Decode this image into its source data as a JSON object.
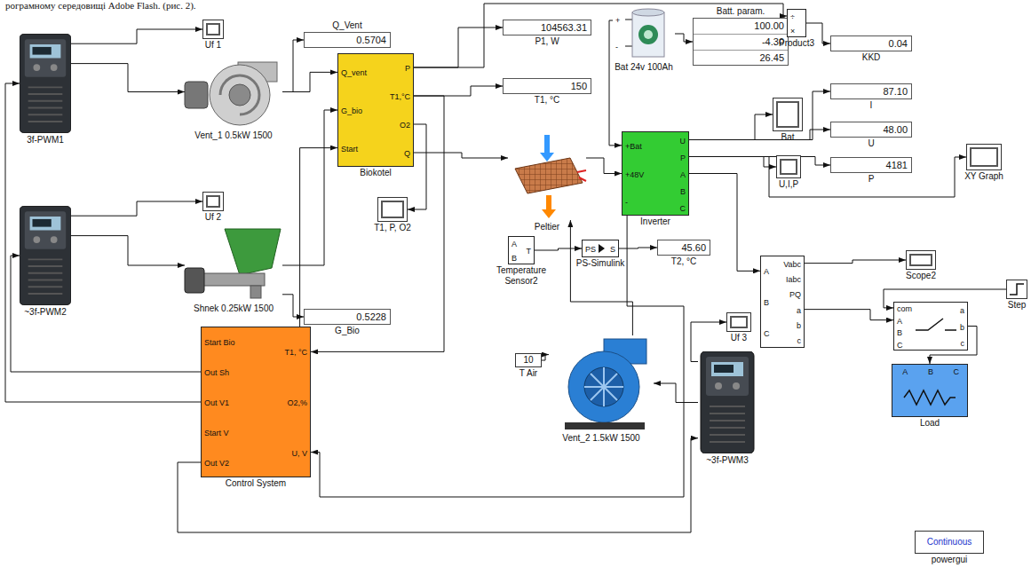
{
  "diagram": {
    "nodes": [
      {
        "text": [
          "3f-PWM1"
        ]
      },
      {
        "text": [
          "Uf 1"
        ]
      },
      {
        "text": [
          "Vent_1 0.5kW 1500"
        ]
      },
      {
        "text": [
          "0.5704",
          "Q_Vent"
        ]
      },
      {
        "text": [
          "Q_vent",
          "G_bio",
          "Start",
          "P",
          "T1,°C",
          "O2",
          "Q",
          "Biokotel"
        ]
      },
      {
        "text": [
          "104563.31",
          "P1, W"
        ]
      },
      {
        "text": [
          "150",
          "T1, °C"
        ]
      },
      {
        "text": [
          "+",
          "-",
          "Bat 24v 100Ah"
        ]
      },
      {
        "text": [
          "100.00",
          "-4.30",
          "26.45",
          "Batt. param."
        ]
      },
      {
        "text": [
          "÷",
          "×",
          "Product3"
        ]
      },
      {
        "text": [
          "0.04",
          "KKD"
        ]
      },
      {
        "text": [
          "87.10",
          "I"
        ]
      },
      {
        "text": [
          "48.00",
          "U"
        ]
      },
      {
        "text": [
          "4181",
          "P"
        ]
      },
      {
        "text": [
          "Bat"
        ]
      },
      {
        "text": [
          "U,I,P"
        ]
      },
      {
        "text": [
          "Uf 2"
        ]
      },
      {
        "text": [
          "~3f-PWM2"
        ]
      },
      {
        "text": [
          "Shnek 0.25kW 1500"
        ]
      },
      {
        "text": [
          "0.5228",
          "G_Bio"
        ]
      },
      {
        "text": [
          "T1, P, O2"
        ]
      },
      {
        "text": [
          "Peltier"
        ]
      },
      {
        "text": [
          "+Bat",
          "+48V",
          "-",
          "U",
          "P",
          "A",
          "B",
          "C",
          "Inverter"
        ]
      },
      {
        "text": [
          "XY Graph"
        ]
      },
      {
        "text": [
          "A",
          "B",
          "T",
          "Temperature Sensor2"
        ]
      },
      {
        "text": [
          "PS",
          "S",
          "PS-Simulink"
        ]
      },
      {
        "text": [
          "45.60",
          "T2, °C"
        ]
      },
      {
        "text": [
          "A",
          "B",
          "C",
          "Vabc",
          "Iabc",
          "PQ",
          "a",
          "b",
          "c"
        ]
      },
      {
        "text": [
          "Scope2"
        ]
      },
      {
        "text": [
          "com",
          "A",
          "B",
          "C",
          "a",
          "b",
          "c"
        ]
      },
      {
        "text": [
          "Step"
        ]
      },
      {
        "text": [
          "Uf 3"
        ]
      },
      {
        "text": [
          "A",
          "B",
          "C",
          "Load"
        ]
      },
      {
        "text": [
          "10",
          "T Air"
        ]
      },
      {
        "text": [
          "Vent_2 1.5kW 1500"
        ]
      },
      {
        "text": [
          "~3f-PWM3"
        ]
      },
      {
        "text": [
          "Start Bio",
          "Out Sh",
          "Out V1",
          "Start V",
          "Out V2",
          "T1, °C",
          "O2,%",
          "U, V",
          "Control System"
        ]
      },
      {
        "text": [
          "Continuous",
          "powergui"
        ]
      }
    ],
    "edges": [
      {
        "from": 0,
        "to": 1,
        "arrow": "to"
      },
      {
        "from": 0,
        "to": 2,
        "arrow": "to"
      },
      {
        "from": 2,
        "to": 3,
        "arrow": "to"
      },
      {
        "from": 2,
        "to": 4,
        "arrow": "to"
      },
      {
        "from": 17,
        "to": 16,
        "arrow": "to"
      },
      {
        "from": 17,
        "to": 18,
        "arrow": "to"
      },
      {
        "from": 18,
        "to": 19,
        "arrow": "to"
      },
      {
        "from": 18,
        "to": 4,
        "arrow": "to"
      },
      {
        "from": 36,
        "to": 4,
        "arrow": "to"
      },
      {
        "from": 4,
        "to": 5,
        "arrow": "to"
      },
      {
        "from": 4,
        "to": 6,
        "arrow": "to"
      },
      {
        "from": 4,
        "to": 20,
        "arrow": "to"
      },
      {
        "from": 4,
        "to": 21,
        "arrow": "to"
      },
      {
        "from": 4,
        "to": 36,
        "arrow": "to"
      },
      {
        "from": 4,
        "to": 9,
        "arrow": "to"
      },
      {
        "from": 7,
        "to": 8,
        "arrow": "to"
      },
      {
        "from": 8,
        "to": 9,
        "arrow": "to"
      },
      {
        "from": 9,
        "to": 10,
        "arrow": "to"
      },
      {
        "from": 21,
        "to": 22,
        "arrow": "to"
      },
      {
        "from": 7,
        "to": 22,
        "arrow": "to"
      },
      {
        "from": 22,
        "to": 11,
        "arrow": "to"
      },
      {
        "from": 22,
        "to": 12,
        "arrow": "to"
      },
      {
        "from": 22,
        "to": 13,
        "arrow": "to"
      },
      {
        "from": 22,
        "to": 14,
        "arrow": "to"
      },
      {
        "from": 22,
        "to": 15,
        "arrow": "to"
      },
      {
        "from": 22,
        "to": 23,
        "arrow": "to"
      },
      {
        "from": 22,
        "to": 27,
        "arrow": "to"
      },
      {
        "from": 27,
        "to": 28,
        "arrow": "to"
      },
      {
        "from": 27,
        "to": 29,
        "arrow": "to"
      },
      {
        "from": 30,
        "to": 29,
        "arrow": "to"
      },
      {
        "from": 29,
        "to": 32,
        "arrow": "to"
      },
      {
        "from": 24,
        "to": 25,
        "arrow": "to"
      },
      {
        "from": 25,
        "to": 26,
        "arrow": "to"
      },
      {
        "from": 33,
        "to": 34,
        "arrow": "to"
      },
      {
        "from": 35,
        "to": 34,
        "arrow": "to"
      },
      {
        "from": 35,
        "to": 31,
        "arrow": "to"
      },
      {
        "from": 34,
        "to": 21,
        "arrow": "to"
      },
      {
        "from": 22,
        "to": 36,
        "arrow": "to"
      },
      {
        "from": 36,
        "to": 0,
        "arrow": "to"
      },
      {
        "from": 36,
        "to": 17,
        "arrow": "to"
      },
      {
        "from": 36,
        "to": 35,
        "arrow": "to"
      }
    ],
    "labels": [
      "рограмному середовищі Adobe Flash. (рис. 2)."
    ]
  }
}
